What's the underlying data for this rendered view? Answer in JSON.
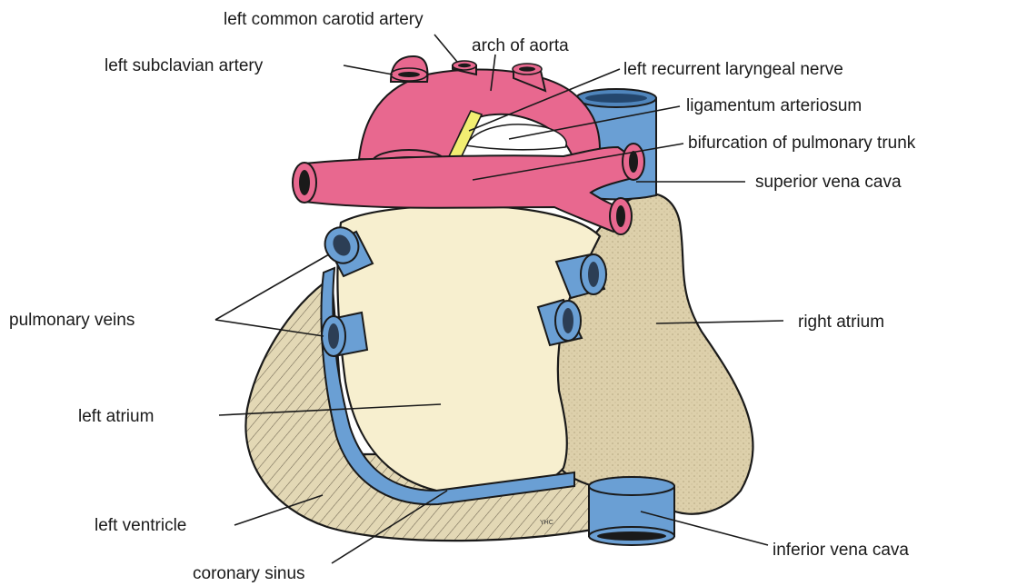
{
  "labels": {
    "left_common_carotid_artery": "left common carotid artery",
    "arch_of_aorta": "arch of aorta",
    "left_subclavian_artery": "left subclavian artery",
    "left_recurrent_laryngeal_nerve": "left recurrent laryngeal nerve",
    "ligamentum_arteriosum": "ligamentum arteriosum",
    "bifurcation_of_pulmonary_trunk": "bifurcation of pulmonary trunk",
    "superior_vena_cava": "superior vena cava",
    "pulmonary_veins": "pulmonary veins",
    "right_atrium": "right atrium",
    "left_atrium": "left atrium",
    "left_ventricle": "left ventricle",
    "coronary_sinus": "coronary sinus",
    "inferior_vena_cava": "inferior vena cava"
  },
  "signature": "YHC",
  "colors": {
    "artery": "#e8688f",
    "vein": "#6a9fd4",
    "left_atrium": "#f7efcf",
    "ventricle": "#e3d8b5",
    "right_atrium": "#ddd0ab",
    "nerve": "#f2ee72",
    "outline": "#1a1a1a"
  }
}
